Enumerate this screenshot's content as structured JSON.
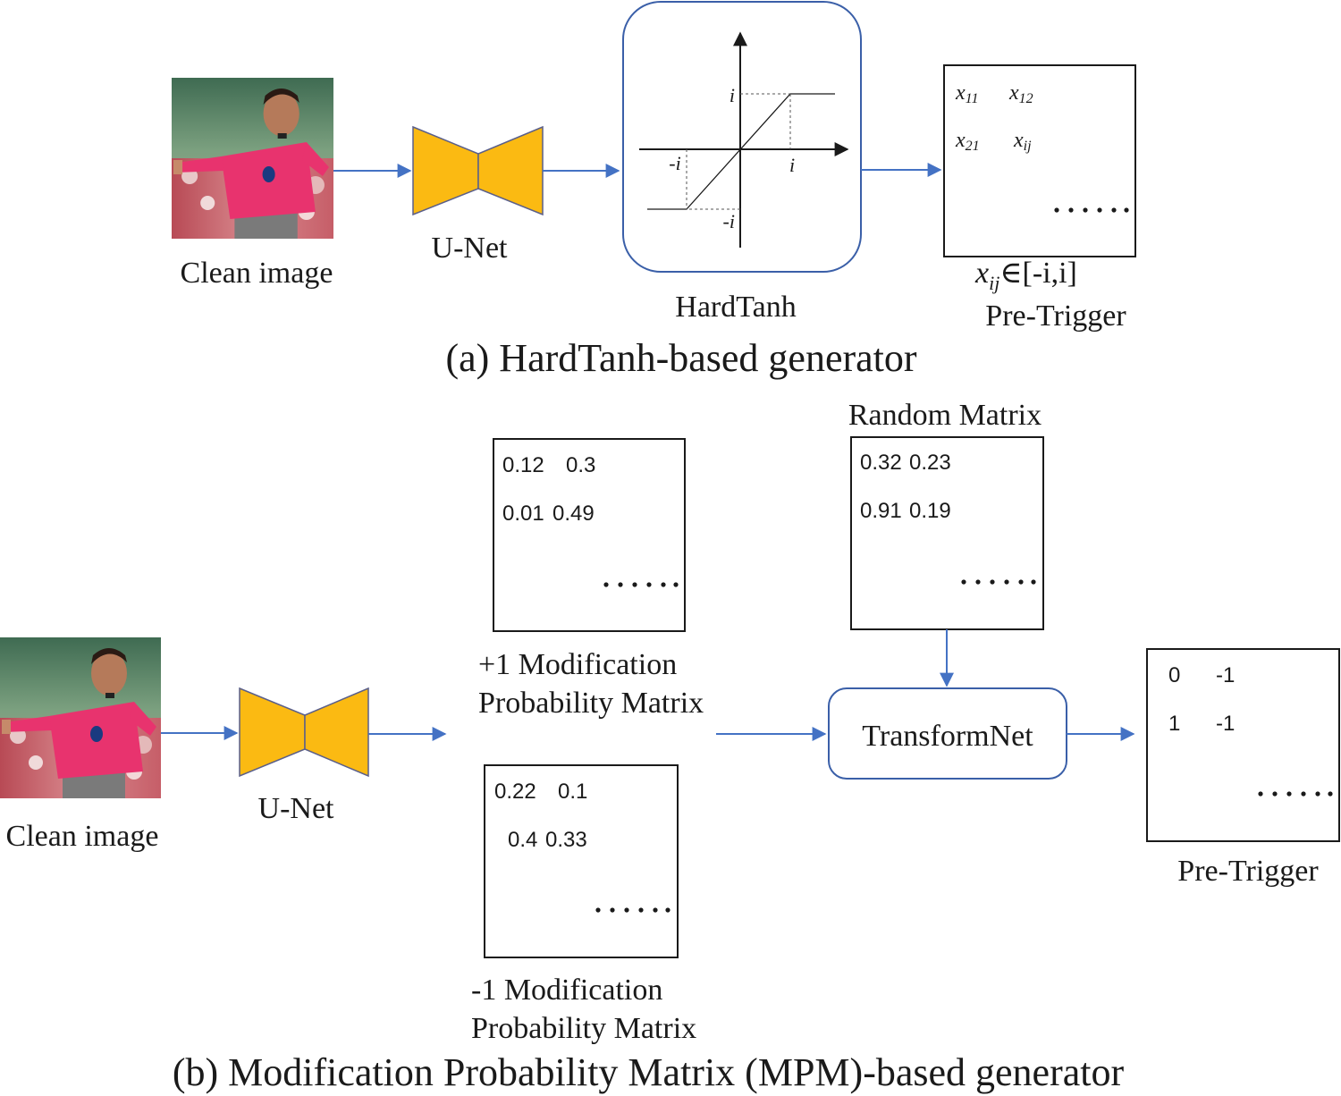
{
  "colors": {
    "unet_fill": "#fbba12",
    "unet_stroke": "#5a5f8a",
    "arrow": "#4472c4",
    "box_border": "#3a5fa8"
  },
  "panel_a": {
    "caption": "(a) HardTanh-based generator",
    "input_label": "Clean image",
    "unet_label": "U-Net",
    "hardtanh_label": "HardTanh",
    "graph": {
      "tick_i": "i",
      "tick_neg_i": "-i"
    },
    "matrix": {
      "x11": "x",
      "x11_sub": "11",
      "x12": "x",
      "x12_sub": "12",
      "x21": "x",
      "x21_sub": "21",
      "xij": "x",
      "xij_sub": "ij"
    },
    "range_x": "x",
    "range_sub": "ij",
    "range_expr": "∈[-i,i]",
    "output_label": "Pre-Trigger"
  },
  "panel_b": {
    "caption": "(b) Modification Probability Matrix (MPM)-based generator",
    "input_label": "Clean image",
    "unet_label": "U-Net",
    "plus_matrix": {
      "rows": [
        [
          "0.12",
          "0.3"
        ],
        [
          "0.01",
          "0.49"
        ]
      ],
      "label_1": "+1 Modification",
      "label_2": "Probability Matrix"
    },
    "minus_matrix": {
      "rows": [
        [
          "0.22",
          "0.1"
        ],
        [
          "0.4",
          "0.33"
        ]
      ],
      "label_1": "-1 Modification",
      "label_2": "Probability Matrix"
    },
    "random_matrix": {
      "title": "Random Matrix",
      "rows": [
        [
          "0.32",
          "0.23"
        ],
        [
          "0.91",
          "0.19"
        ]
      ]
    },
    "transformnet_label": "TransformNet",
    "output_matrix": {
      "rows": [
        [
          "0",
          "-1"
        ],
        [
          "1",
          "-1"
        ]
      ]
    },
    "output_label": "Pre-Trigger"
  }
}
